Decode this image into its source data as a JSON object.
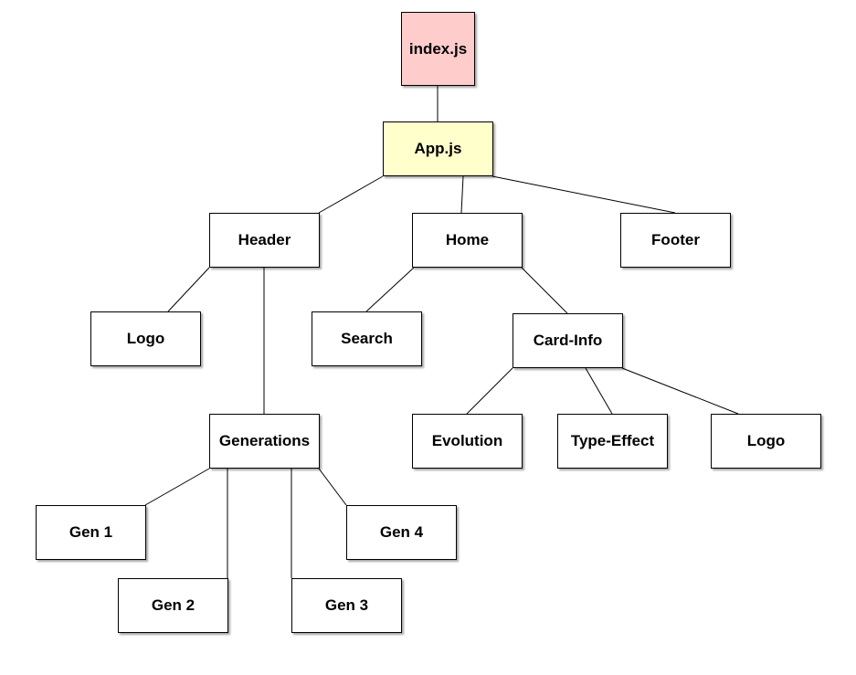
{
  "diagram": {
    "nodes": {
      "index": "index.js",
      "app": "App.js",
      "header": "Header",
      "home": "Home",
      "footer": "Footer",
      "logo_header": "Logo",
      "search": "Search",
      "card_info": "Card-Info",
      "generations": "Generations",
      "evolution": "Evolution",
      "type_effect": "Type-Effect",
      "logo_card": "Logo",
      "gen1": "Gen 1",
      "gen2": "Gen 2",
      "gen3": "Gen 3",
      "gen4": "Gen 4"
    },
    "colors": {
      "root_fill": "#ffcccc",
      "app_fill": "#ffffcc",
      "node_fill": "#ffffff",
      "stroke": "#000000"
    },
    "edges": [
      [
        "index",
        "app"
      ],
      [
        "app",
        "header"
      ],
      [
        "app",
        "home"
      ],
      [
        "app",
        "footer"
      ],
      [
        "header",
        "logo_header"
      ],
      [
        "header",
        "generations"
      ],
      [
        "home",
        "search"
      ],
      [
        "home",
        "card_info"
      ],
      [
        "card_info",
        "evolution"
      ],
      [
        "card_info",
        "type_effect"
      ],
      [
        "card_info",
        "logo_card"
      ],
      [
        "generations",
        "gen1"
      ],
      [
        "generations",
        "gen2"
      ],
      [
        "generations",
        "gen3"
      ],
      [
        "generations",
        "gen4"
      ]
    ]
  }
}
